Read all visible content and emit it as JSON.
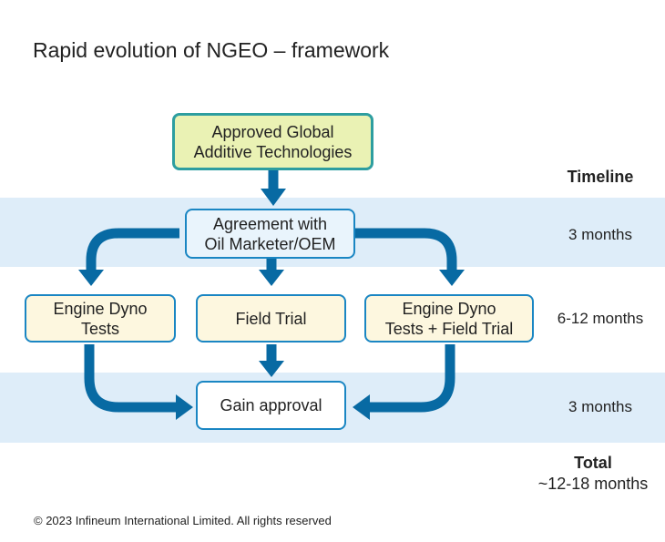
{
  "title": "Rapid evolution of NGEO – framework",
  "colors": {
    "band": "#deedf9",
    "arrow": "#086aa3",
    "border": "#1a86c3",
    "top_border": "#2d9ea0",
    "top_fill": "#eaf2b4",
    "cream_fill": "#fdf7df"
  },
  "nodes": {
    "approved_line1": "Approved Global",
    "approved_line2": "Additive Technologies",
    "agreement_line1": "Agreement with",
    "agreement_line2": "Oil Marketer/OEM",
    "dyno_line1": "Engine Dyno",
    "dyno_line2": "Tests",
    "field_trial": "Field Trial",
    "dyno_field_line1": "Engine Dyno",
    "dyno_field_line2": "Tests + Field Trial",
    "gain_approval": "Gain approval"
  },
  "timeline": {
    "heading": "Timeline",
    "stage1": "3 months",
    "stage2": "6-12 months",
    "stage3": "3 months",
    "total_label": "Total",
    "total_value": "~12-18 months"
  },
  "footer": "© 2023 Infineum International Limited. All rights reserved"
}
